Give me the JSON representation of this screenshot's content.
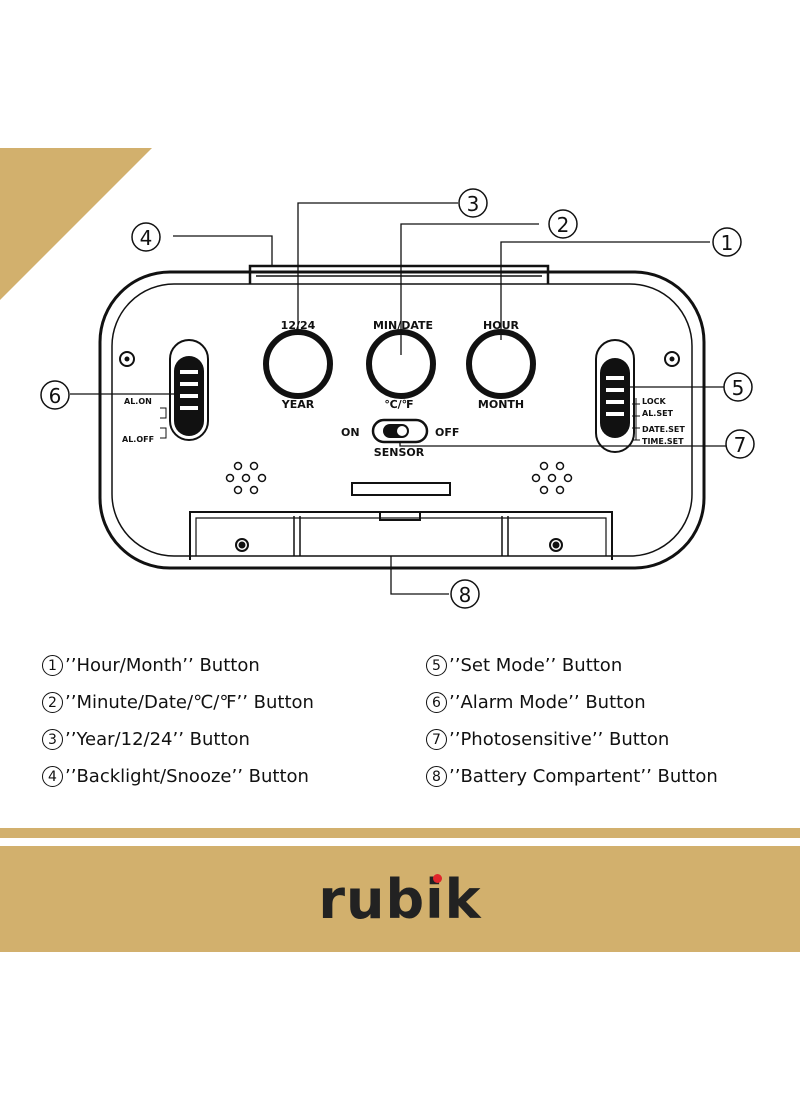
{
  "diagram": {
    "buttons": {
      "top_left": {
        "top_label": "12/24",
        "bottom_label": "YEAR"
      },
      "top_mid": {
        "top_label": "MIN/DATE",
        "bottom_label": "℃/℉"
      },
      "top_right": {
        "top_label": "HOUR",
        "bottom_label": "MONTH"
      }
    },
    "alarm_switch": {
      "on_label": "AL.ON",
      "off_label": "AL.OFF"
    },
    "mode_switch": {
      "labels": [
        "LOCK",
        "AL.SET",
        "DATE.SET",
        "TIME.SET"
      ]
    },
    "sensor_switch": {
      "on_label": "ON",
      "off_label": "OFF",
      "name": "SENSOR"
    },
    "callouts": [
      "1",
      "2",
      "3",
      "4",
      "5",
      "6",
      "7",
      "8"
    ]
  },
  "legend": {
    "left": [
      {
        "num": "1",
        "text": "’’Hour/Month’’ Button"
      },
      {
        "num": "2",
        "text": "’’Minute/Date/℃/℉’’ Button"
      },
      {
        "num": "3",
        "text": "’’Year/12/24’’ Button"
      },
      {
        "num": "4",
        "text": "’’Backlight/Snooze’’ Button"
      }
    ],
    "right": [
      {
        "num": "5",
        "text": "’’Set Mode’’ Button"
      },
      {
        "num": "6",
        "text": "’’Alarm Mode’’ Button"
      },
      {
        "num": "7",
        "text": "’’Photosensitive’’ Button"
      },
      {
        "num": "8",
        "text": "’’Battery Compartent’’ Button"
      }
    ]
  },
  "brand": {
    "name": "rubik",
    "accent_color": "#e0252b",
    "band_color": "#d2b06d"
  }
}
